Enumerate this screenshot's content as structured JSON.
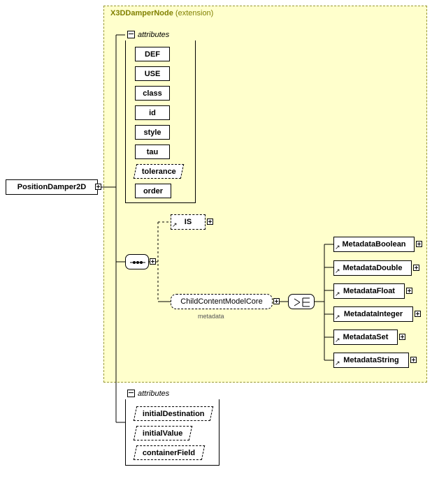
{
  "diagram": {
    "type": "xml-schema-element-diagram",
    "root_element": {
      "label": "PositionDamper2D"
    },
    "extension_region": {
      "title": "X3DDamperNode",
      "qualifier": "(extension)"
    },
    "attributes_group_label": "attributes",
    "inherited_attributes": [
      {
        "label": "DEF",
        "optional": false
      },
      {
        "label": "USE",
        "optional": false
      },
      {
        "label": "class",
        "optional": false
      },
      {
        "label": "id",
        "optional": false
      },
      {
        "label": "style",
        "optional": false
      },
      {
        "label": "tau",
        "optional": false
      },
      {
        "label": "tolerance",
        "optional": true
      },
      {
        "label": "order",
        "optional": false
      }
    ],
    "own_attributes": [
      {
        "label": "initialDestination",
        "optional": true
      },
      {
        "label": "initialValue",
        "optional": true
      },
      {
        "label": "containerField",
        "optional": true
      }
    ],
    "content_model": {
      "is_element": {
        "label": "IS",
        "has_expand": true
      },
      "group": {
        "label": "ChildContentModelCore",
        "caption": "metadata",
        "has_expand": true
      },
      "choice_symbol": "choice",
      "sequence_symbol": "sequence"
    },
    "metadata_children": [
      {
        "label": "MetadataBoolean",
        "has_expand": true
      },
      {
        "label": "MetadataDouble",
        "has_expand": true
      },
      {
        "label": "MetadataFloat",
        "has_expand": true
      },
      {
        "label": "MetadataInteger",
        "has_expand": true
      },
      {
        "label": "MetadataSet",
        "has_expand": true
      },
      {
        "label": "MetadataString",
        "has_expand": true
      }
    ],
    "colors": {
      "region_fill": "#ffffcc",
      "region_border": "#999933",
      "region_title": "#808000",
      "node_border": "#000000",
      "node_fill": "#ffffff"
    }
  }
}
